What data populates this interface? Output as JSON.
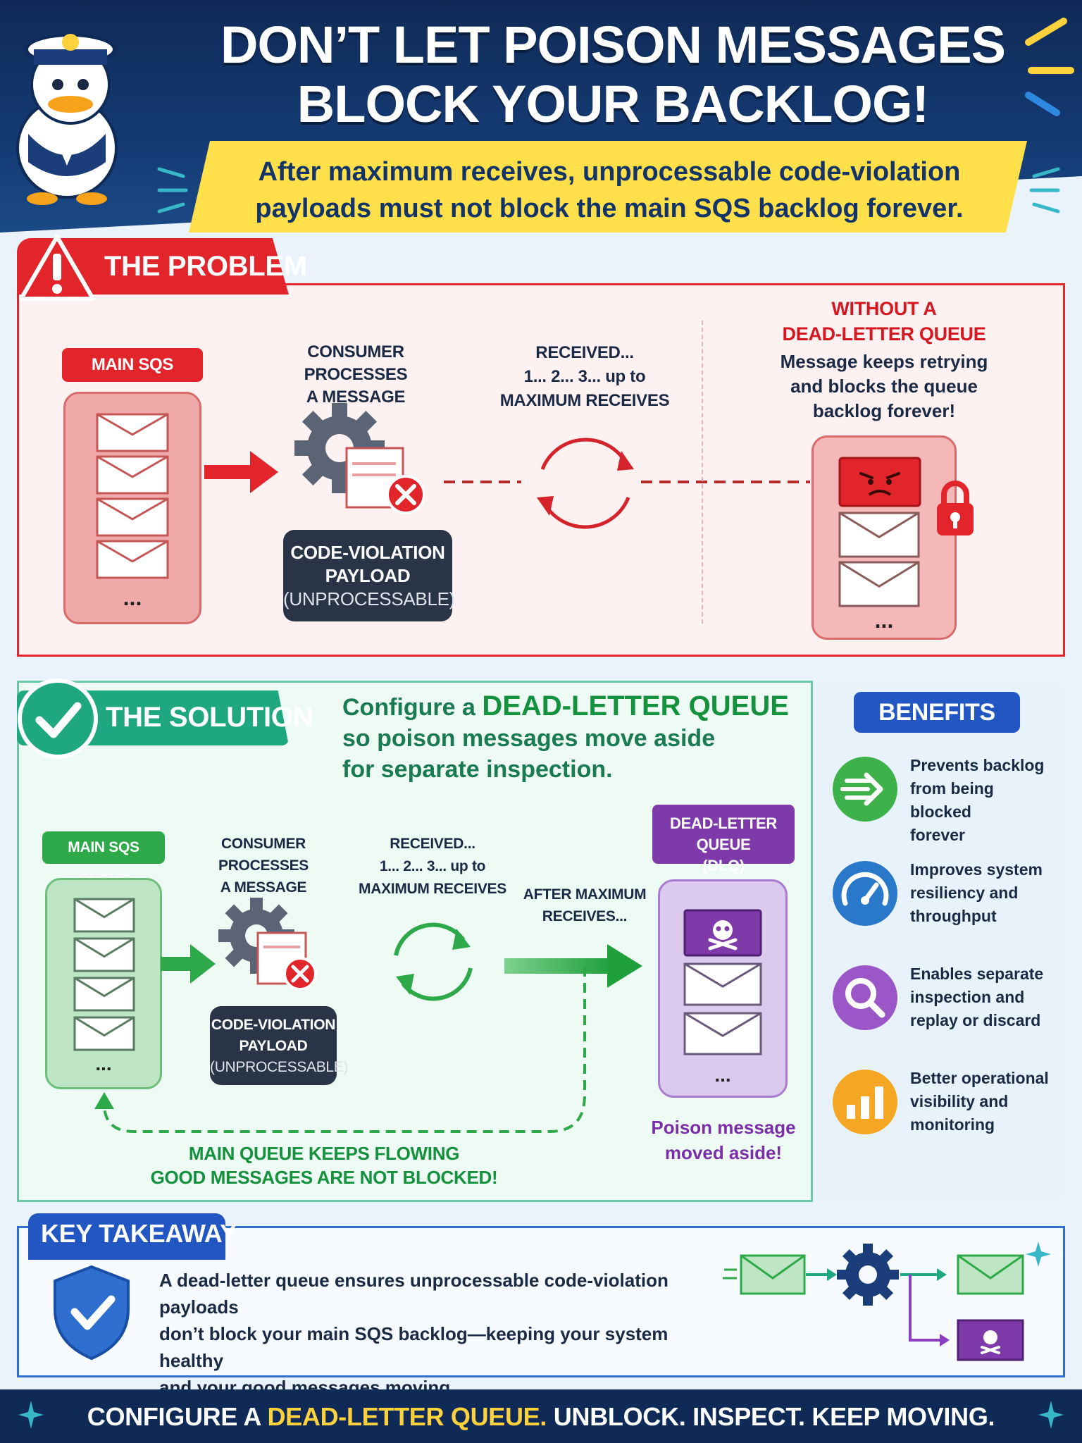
{
  "header": {
    "title_line1": "DON’T LET POISON MESSAGES",
    "title_line2": "BLOCK YOUR BACKLOG!",
    "subtitle_line1": "After maximum receives, unprocessable code-violation",
    "subtitle_line2": "payloads must not block the main SQS backlog forever."
  },
  "problem": {
    "tab_label": "THE PROBLEM",
    "queue_label": "MAIN SQS QUEUE",
    "consumer_line1": "CONSUMER PROCESSES",
    "consumer_line2": "A MESSAGE",
    "received_line1": "RECEIVED...",
    "received_line2": "1... 2... 3... up to",
    "received_line3": "MAXIMUM RECEIVES",
    "payload_line1": "CODE-VIOLATION",
    "payload_line2": "PAYLOAD",
    "payload_line3": "(UNPROCESSABLE)",
    "without_line1": "WITHOUT A",
    "without_line2": "DEAD-LETTER QUEUE",
    "desc_line1": "Message keeps retrying",
    "desc_line2": "and blocks the queue",
    "desc_line3": "backlog forever!",
    "ellipsis": "..."
  },
  "solution": {
    "tab_label": "THE SOLUTION",
    "heading_prefix": "Configure a ",
    "heading_highlight": "DEAD-LETTER QUEUE",
    "heading_line2": "so poison messages move aside",
    "heading_line3": "for separate inspection.",
    "queue_label": "MAIN SQS QUEUE",
    "consumer_line1": "CONSUMER PROCESSES",
    "consumer_line2": "A MESSAGE",
    "received_line1": "RECEIVED...",
    "received_line2": "1... 2... 3... up to",
    "received_line3": "MAXIMUM RECEIVES",
    "after_line1": "AFTER MAXIMUM",
    "after_line2": "RECEIVES...",
    "payload_line1": "CODE-VIOLATION",
    "payload_line2": "PAYLOAD",
    "payload_line3": "(UNPROCESSABLE)",
    "dlq_line1": "DEAD-LETTER QUEUE",
    "dlq_line2": "(DLQ)",
    "poison_line1": "Poison message",
    "poison_line2": "moved aside!",
    "flow_line1": "MAIN QUEUE KEEPS FLOWING",
    "flow_line2": "GOOD MESSAGES ARE NOT BLOCKED!",
    "ellipsis": "..."
  },
  "benefits": {
    "title": "BENEFITS",
    "items": [
      {
        "line1": "Prevents backlog",
        "line2": "from being blocked",
        "line3": "forever",
        "icon": "fast-forward-icon",
        "color": "#3db24a"
      },
      {
        "line1": "Improves system",
        "line2": "resiliency and",
        "line3": "throughput",
        "icon": "speedometer-icon",
        "color": "#2a78c9"
      },
      {
        "line1": "Enables separate",
        "line2": "inspection and",
        "line3": "replay or discard",
        "icon": "magnifier-icon",
        "color": "#9b57c7"
      },
      {
        "line1": "Better operational",
        "line2": "visibility and",
        "line3": "monitoring",
        "icon": "bar-chart-icon",
        "color": "#f5a623"
      }
    ]
  },
  "takeaway": {
    "title": "KEY TAKEAWAY",
    "line1": "A dead-letter queue ensures unprocessable code-violation payloads",
    "line2": "don’t block your main SQS backlog—keeping your system healthy",
    "line3": "and your good messages moving."
  },
  "footer": {
    "part1": "CONFIGURE A ",
    "highlight": "DEAD-LETTER QUEUE.",
    "part2": " UNBLOCK. INSPECT. KEEP MOVING."
  },
  "colors": {
    "problem": "#e2242b",
    "solution": "#1fa87f",
    "dlq": "#7a2ea8",
    "accent_yellow": "#ffe04a",
    "navy": "#0f2a57"
  }
}
